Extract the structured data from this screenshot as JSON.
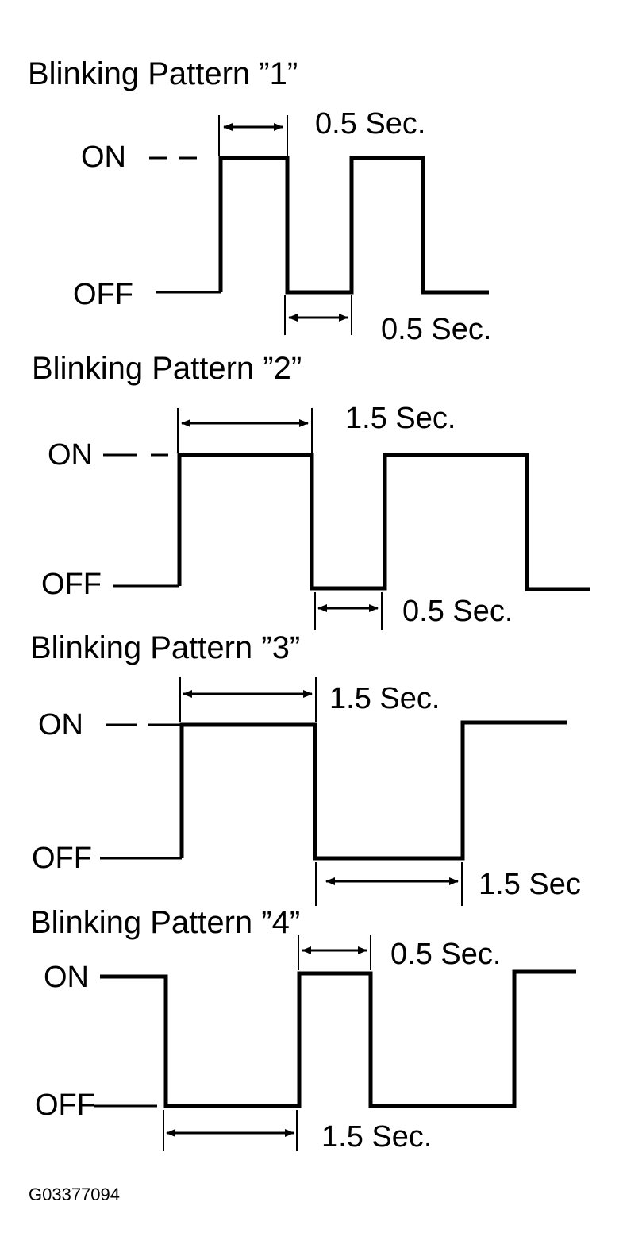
{
  "diagram_code": "G03377094",
  "patterns": [
    {
      "title": "Blinking Pattern ”1”",
      "on_label": "ON",
      "off_label": "OFF",
      "top_duration": "0.5 Sec.",
      "bottom_duration": "0.5 Sec."
    },
    {
      "title": "Blinking Pattern ”2”",
      "on_label": "ON",
      "off_label": "OFF",
      "top_duration": "1.5 Sec.",
      "bottom_duration": "0.5 Sec."
    },
    {
      "title": "Blinking Pattern ”3”",
      "on_label": "ON",
      "off_label": "OFF",
      "top_duration": "1.5 Sec.",
      "bottom_duration": "1.5 Sec"
    },
    {
      "title": "Blinking Pattern ”4”",
      "on_label": "ON",
      "off_label": "OFF",
      "top_duration": "0.5 Sec.",
      "bottom_duration": "1.5 Sec."
    }
  ]
}
